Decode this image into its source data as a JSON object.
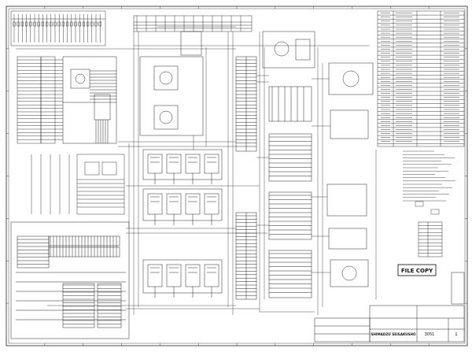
{
  "drawing": {
    "stamp_label": "FILE COPY",
    "company": "SHIMADZU SEISAKUSHO",
    "doc_no_small": "3051",
    "sheet_no": "1",
    "colors": {
      "ink": "#1a1a1a",
      "paper": "#ffffff",
      "frame": "#222222"
    }
  }
}
